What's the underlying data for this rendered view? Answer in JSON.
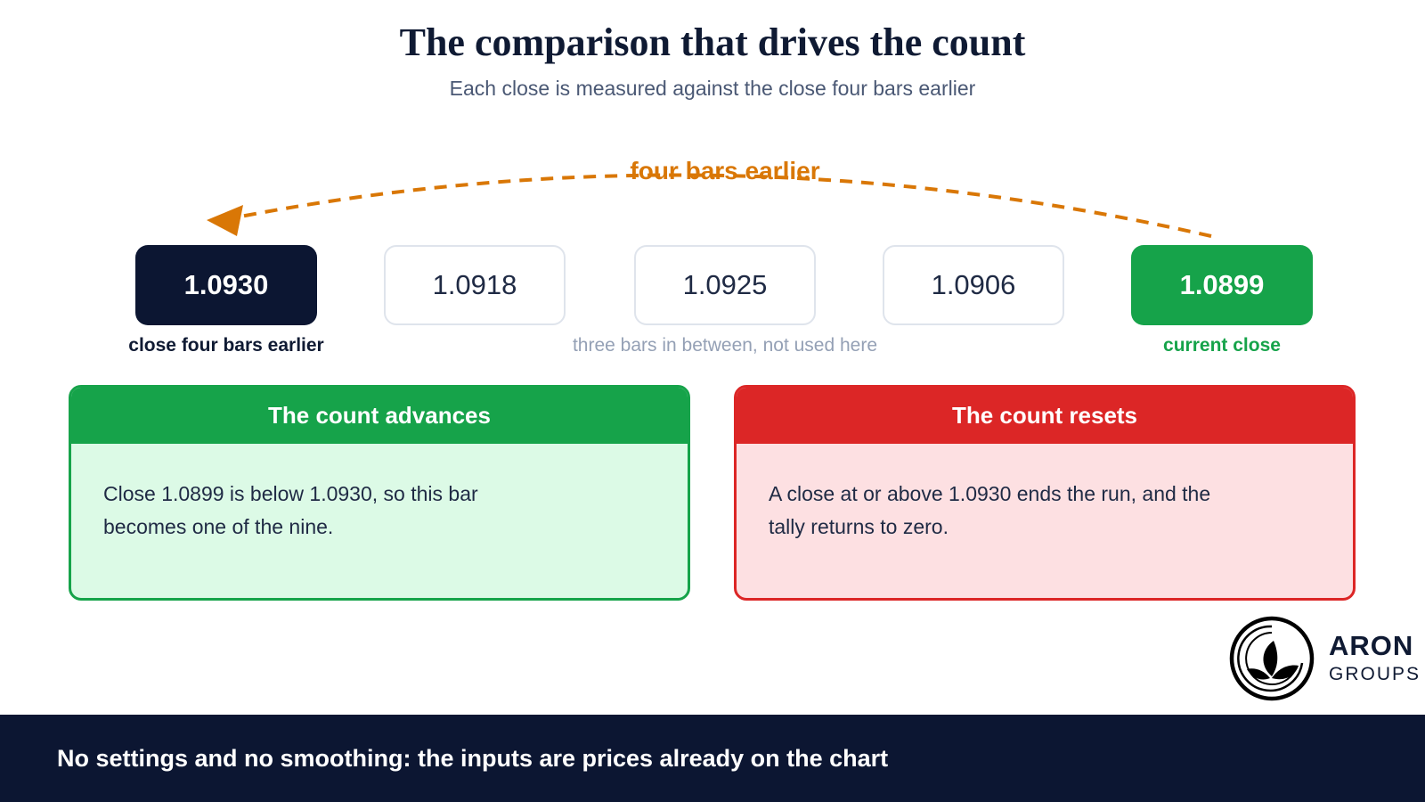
{
  "header": {
    "title": "The comparison that drives the count",
    "subtitle": "Each close is measured against the close four bars earlier"
  },
  "arc": {
    "label": "four bars earlier",
    "color": "#d97706"
  },
  "bars": [
    {
      "value": "1.0930",
      "role": "anchor"
    },
    {
      "value": "1.0918",
      "role": "middle"
    },
    {
      "value": "1.0925",
      "role": "middle"
    },
    {
      "value": "1.0906",
      "role": "middle"
    },
    {
      "value": "1.0899",
      "role": "current"
    }
  ],
  "captions": {
    "anchor": "close four bars earlier",
    "middle": "three bars in between, not used here",
    "current": "current close"
  },
  "cards": {
    "advance": {
      "title": "The count advances",
      "body": "Close 1.0899 is below 1.0930, so this bar becomes one of the nine.",
      "color": "#16a34a"
    },
    "reset": {
      "title": "The count resets",
      "body": "A close at or above 1.0930 ends the run, and the tally returns to zero.",
      "color": "#dc2626"
    }
  },
  "logo": {
    "name": "ARON",
    "sub": "GROUPS",
    "icon": "leaf-icon"
  },
  "footer": {
    "text": "No settings and no smoothing: the inputs are prices already on the chart"
  },
  "colors": {
    "navy": "#0c1632",
    "green": "#16a34a",
    "red": "#dc2626",
    "orange": "#d97706"
  }
}
